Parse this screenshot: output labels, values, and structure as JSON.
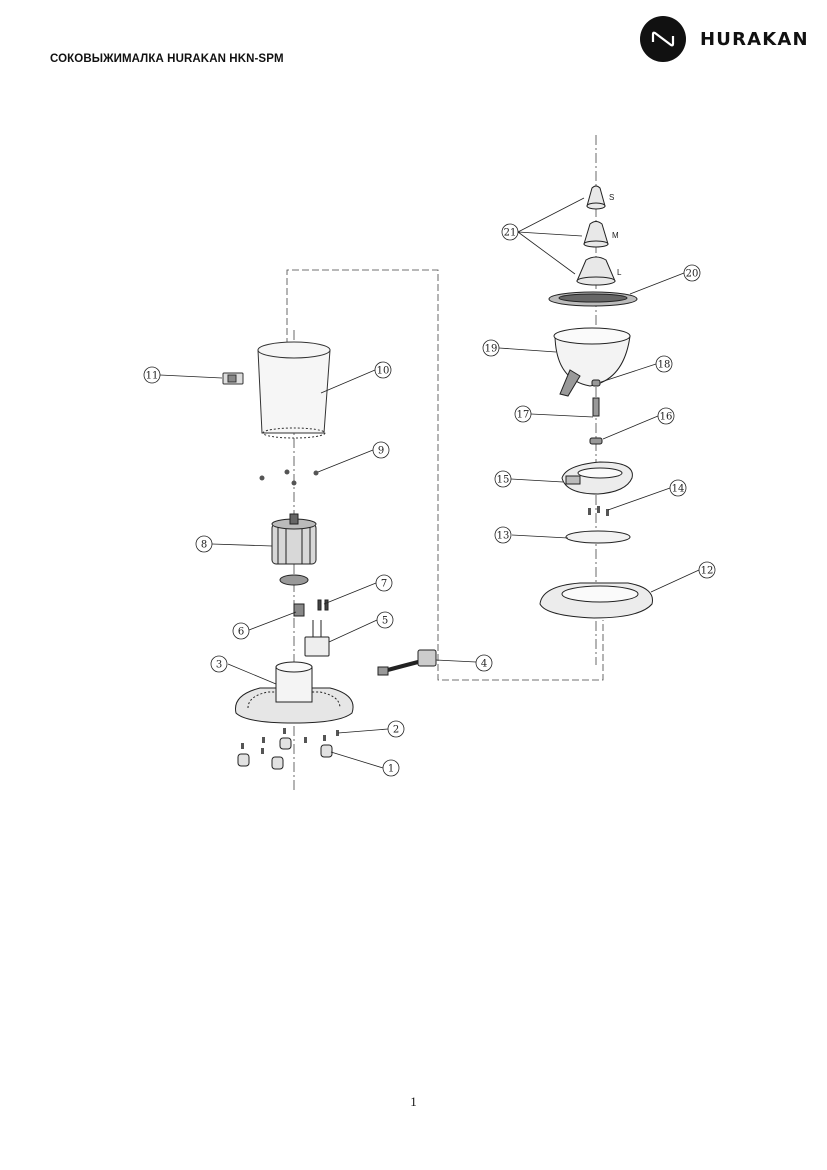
{
  "header": {
    "title": "СОКОВЫЖИМАЛКА HURAKAN HKN-SPM",
    "brand": "HURAKAN"
  },
  "callouts": [
    "1",
    "2",
    "3",
    "4",
    "5",
    "6",
    "7",
    "8",
    "9",
    "10",
    "11",
    "12",
    "13",
    "14",
    "15",
    "16",
    "17",
    "18",
    "19",
    "20",
    "21"
  ],
  "cone_sizes": [
    "S",
    "M",
    "L"
  ],
  "footer": {
    "page_number": "1"
  },
  "colors": {
    "ink": "#111111",
    "line": "#444444",
    "part_fill": "#f1f1f1"
  }
}
